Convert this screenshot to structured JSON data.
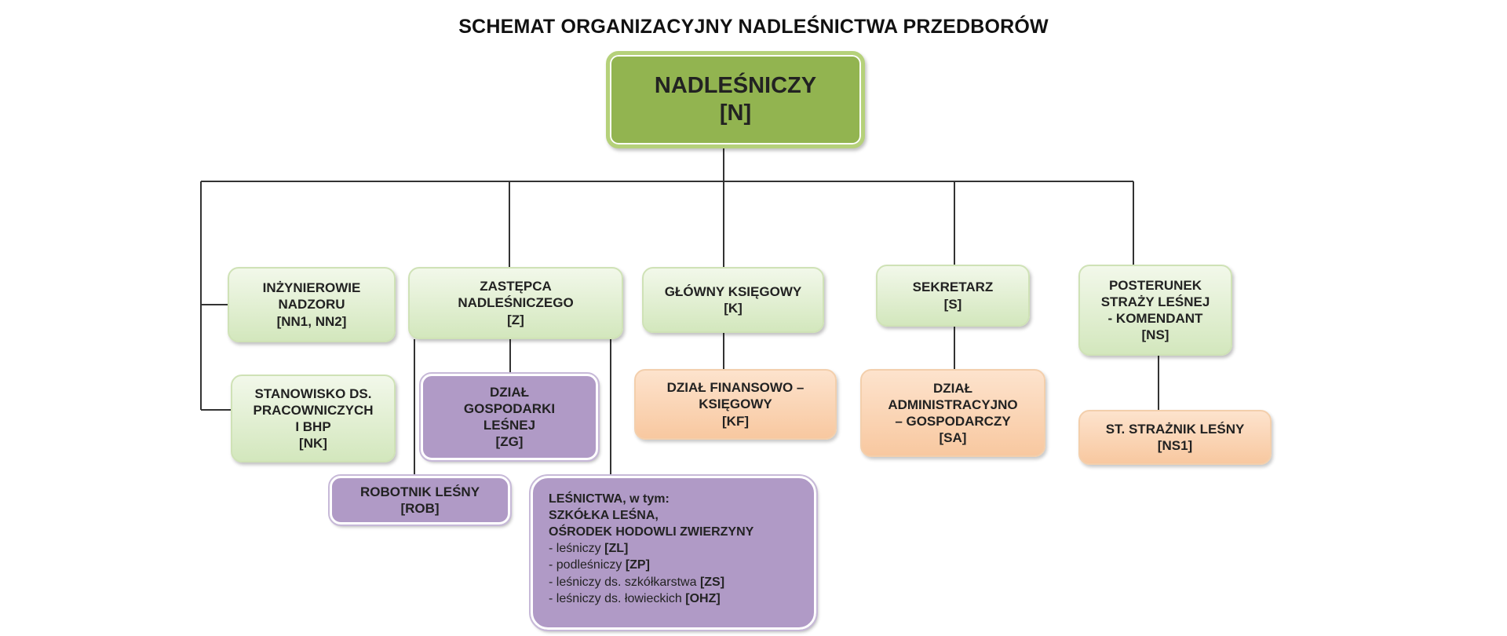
{
  "title": "SCHEMAT ORGANIZACYJNY NADLEŚNICTWA PRZEDBORÓW",
  "nodes": {
    "nadlesniczy": {
      "lines": [
        "NADLEŚNICZY",
        "[N]"
      ]
    },
    "inzynierowie": {
      "lines": [
        "INŻYNIEROWIE",
        "NADZORU",
        "[NN1, NN2]"
      ]
    },
    "zastepca": {
      "lines": [
        "ZASTĘPCA",
        "NADLEŚNICZEGO",
        "[Z]"
      ]
    },
    "glowny_ksiegowy": {
      "lines": [
        "GŁÓWNY KSIĘGOWY",
        "[K]"
      ]
    },
    "sekretarz": {
      "lines": [
        "SEKRETARZ",
        "[S]"
      ]
    },
    "posterunek": {
      "lines": [
        "POSTERUNEK",
        "STRAŻY LEŚNEJ",
        "- KOMENDANT",
        "[NS]"
      ]
    },
    "stanowisko": {
      "lines": [
        "STANOWISKO DS.",
        "PRACOWNICZYCH",
        "I BHP",
        "[NK]"
      ]
    },
    "dzial_gospodarki": {
      "lines": [
        "DZIAŁ",
        "GOSPODARKI",
        "LEŚNEJ",
        "[ZG]"
      ]
    },
    "dzial_finansowo": {
      "lines": [
        "DZIAŁ FINANSOWO –",
        "KSIĘGOWY",
        "[KF]"
      ]
    },
    "dzial_administracyjno": {
      "lines": [
        "DZIAŁ",
        "ADMINISTRACYJNO",
        "– GOSPODARCZY",
        "[SA]"
      ]
    },
    "st_straznik": {
      "lines": [
        "ST. STRAŻNIK LEŚNY",
        "[NS1]"
      ]
    },
    "robotnik": {
      "lines": [
        "ROBOTNIK LEŚNY",
        "[ROB]"
      ]
    },
    "lesnictwa": {
      "header": [
        "LEŚNICTWA, w tym:",
        "SZKÓŁKA LEŚNA,",
        "OŚRODEK HODOWLI ZWIERZYNY"
      ],
      "items": [
        {
          "text": "- leśniczy ",
          "code": "[ZL]"
        },
        {
          "text": "- podleśniczy ",
          "code": "[ZP]"
        },
        {
          "text": "- leśniczy ds. szkółkarstwa ",
          "code": "[ZS]"
        },
        {
          "text": "- leśniczy ds. łowieckich ",
          "code": "[OHZ]"
        }
      ]
    }
  },
  "colors": {
    "root": "#92b450",
    "green": "#d3e7bd",
    "purple": "#b09ac6",
    "orange": "#f8c8a0",
    "connector": "#333333"
  }
}
